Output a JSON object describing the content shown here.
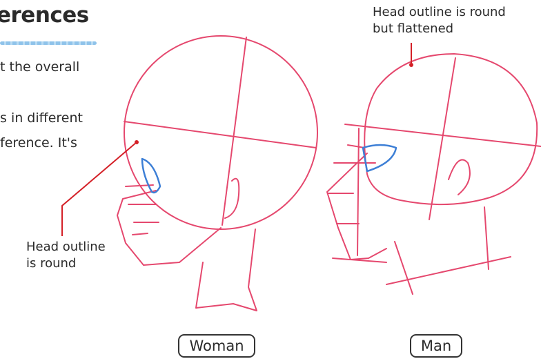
{
  "heading": {
    "text": "ferences"
  },
  "body_text": {
    "line1": "t the overall",
    "line2": "s in different",
    "line3": "ference. It's"
  },
  "callouts": {
    "woman": {
      "line1": "Head outline",
      "line2": "is round"
    },
    "man": {
      "line1": "Head outline is round",
      "line2": "but flattened"
    }
  },
  "labels": {
    "woman": "Woman",
    "man": "Man"
  },
  "colors": {
    "sketch": "#e5486e",
    "eye": "#3d7fd6",
    "leader": "#d42027",
    "text": "#2b2b2b",
    "underline": "#8fc3ea"
  }
}
